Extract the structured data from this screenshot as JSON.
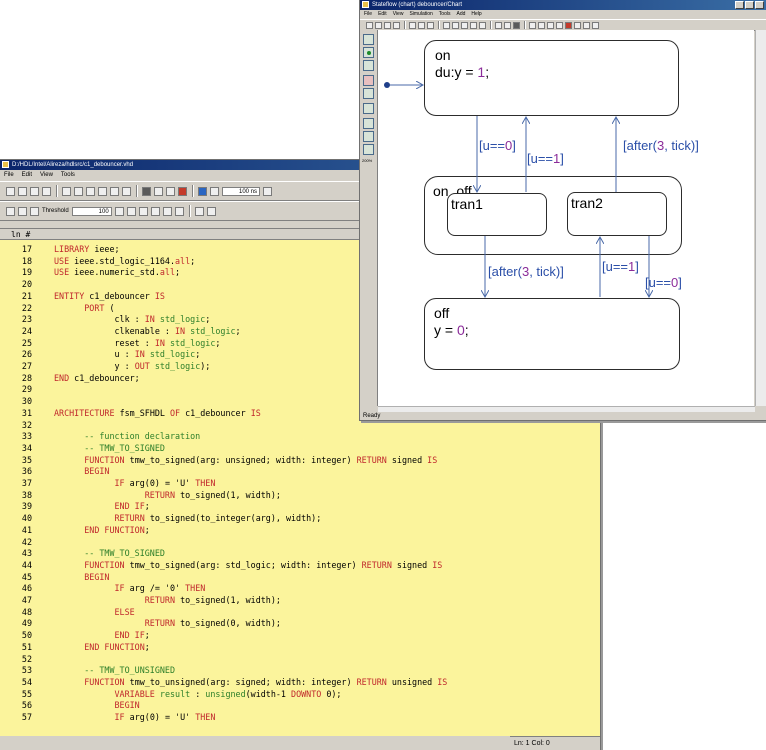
{
  "editor": {
    "title": "D:/HDL/Intel/Alireza/hdlsrc/c1_debouncer.vhd",
    "menu": [
      "File",
      "Edit",
      "View",
      "Tools"
    ],
    "threshold_label": "Threshold",
    "threshold_value": "100",
    "time_value": "100 ns",
    "line_header": "ln  #",
    "status_right": "Ln:  1 Col:  0",
    "lines": [
      {
        "n": "17",
        "t": [
          [
            "kw",
            "LIBRARY "
          ],
          [
            "id",
            "ieee;"
          ]
        ]
      },
      {
        "n": "18",
        "t": [
          [
            "kw",
            "USE "
          ],
          [
            "id",
            "ieee.std_logic_1164."
          ],
          [
            "kw",
            "all"
          ],
          [
            "id",
            ";"
          ]
        ]
      },
      {
        "n": "19",
        "t": [
          [
            "kw",
            "USE "
          ],
          [
            "id",
            "ieee.numeric_std."
          ],
          [
            "kw",
            "all"
          ],
          [
            "id",
            ";"
          ]
        ]
      },
      {
        "n": "20",
        "t": []
      },
      {
        "n": "21",
        "t": [
          [
            "kw",
            "ENTITY "
          ],
          [
            "id",
            "c1_debouncer "
          ],
          [
            "kw",
            "IS"
          ]
        ]
      },
      {
        "n": "22",
        "t": [
          [
            "id",
            "      "
          ],
          [
            "kw",
            "PORT "
          ],
          [
            "id",
            "("
          ]
        ]
      },
      {
        "n": "23",
        "t": [
          [
            "id",
            "            clk : "
          ],
          [
            "kw",
            "IN "
          ],
          [
            "ty",
            "std_logic"
          ],
          [
            "id",
            ";"
          ]
        ]
      },
      {
        "n": "24",
        "t": [
          [
            "id",
            "            clkenable : "
          ],
          [
            "kw",
            "IN "
          ],
          [
            "ty",
            "std_logic"
          ],
          [
            "id",
            ";"
          ]
        ]
      },
      {
        "n": "25",
        "t": [
          [
            "id",
            "            reset : "
          ],
          [
            "kw",
            "IN "
          ],
          [
            "ty",
            "std_logic"
          ],
          [
            "id",
            ";"
          ]
        ]
      },
      {
        "n": "26",
        "t": [
          [
            "id",
            "            u : "
          ],
          [
            "kw",
            "IN "
          ],
          [
            "ty",
            "std_logic"
          ],
          [
            "id",
            ";"
          ]
        ]
      },
      {
        "n": "27",
        "t": [
          [
            "id",
            "            y : "
          ],
          [
            "kw",
            "OUT "
          ],
          [
            "ty",
            "std_logic"
          ],
          [
            "id",
            ");"
          ]
        ]
      },
      {
        "n": "28",
        "t": [
          [
            "kw",
            "END "
          ],
          [
            "id",
            "c1_debouncer;"
          ]
        ]
      },
      {
        "n": "29",
        "t": []
      },
      {
        "n": "30",
        "t": []
      },
      {
        "n": "31",
        "t": [
          [
            "kw",
            "ARCHITECTURE "
          ],
          [
            "id",
            "fsm_SFHDL "
          ],
          [
            "kw",
            "OF "
          ],
          [
            "id",
            "c1_debouncer "
          ],
          [
            "kw",
            "IS"
          ]
        ]
      },
      {
        "n": "32",
        "t": []
      },
      {
        "n": "33",
        "t": [
          [
            "cm",
            "      -- function declaration"
          ]
        ]
      },
      {
        "n": "34",
        "t": [
          [
            "cm",
            "      -- TMW_TO_SIGNED"
          ]
        ]
      },
      {
        "n": "35",
        "t": [
          [
            "id",
            "      "
          ],
          [
            "kw",
            "FUNCTION "
          ],
          [
            "id",
            "tmw_to_signed(arg: unsigned; width: integer) "
          ],
          [
            "kw",
            "RETURN "
          ],
          [
            "id",
            "signed "
          ],
          [
            "kw",
            "IS"
          ]
        ]
      },
      {
        "n": "36",
        "t": [
          [
            "id",
            "      "
          ],
          [
            "kw",
            "BEGIN"
          ]
        ]
      },
      {
        "n": "37",
        "t": [
          [
            "id",
            "            "
          ],
          [
            "kw",
            "IF "
          ],
          [
            "id",
            "arg(0) = 'U' "
          ],
          [
            "kw",
            "THEN"
          ]
        ]
      },
      {
        "n": "38",
        "t": [
          [
            "id",
            "                  "
          ],
          [
            "kw",
            "RETURN "
          ],
          [
            "id",
            "to_signed(1, width);"
          ]
        ]
      },
      {
        "n": "39",
        "t": [
          [
            "id",
            "            "
          ],
          [
            "kw",
            "END IF"
          ],
          [
            "id",
            ";"
          ]
        ]
      },
      {
        "n": "40",
        "t": [
          [
            "id",
            "            "
          ],
          [
            "kw",
            "RETURN "
          ],
          [
            "id",
            "to_signed(to_integer(arg), width);"
          ]
        ]
      },
      {
        "n": "41",
        "t": [
          [
            "id",
            "      "
          ],
          [
            "kw",
            "END FUNCTION"
          ],
          [
            "id",
            ";"
          ]
        ]
      },
      {
        "n": "42",
        "t": []
      },
      {
        "n": "43",
        "t": [
          [
            "cm",
            "      -- TMW_TO_SIGNED"
          ]
        ]
      },
      {
        "n": "44",
        "t": [
          [
            "id",
            "      "
          ],
          [
            "kw",
            "FUNCTION "
          ],
          [
            "id",
            "tmw_to_signed(arg: std_logic; width: integer) "
          ],
          [
            "kw",
            "RETURN "
          ],
          [
            "id",
            "signed "
          ],
          [
            "kw",
            "IS"
          ]
        ]
      },
      {
        "n": "45",
        "t": [
          [
            "id",
            "      "
          ],
          [
            "kw",
            "BEGIN"
          ]
        ]
      },
      {
        "n": "46",
        "t": [
          [
            "id",
            "            "
          ],
          [
            "kw",
            "IF "
          ],
          [
            "id",
            "arg /= '0' "
          ],
          [
            "kw",
            "THEN"
          ]
        ]
      },
      {
        "n": "47",
        "t": [
          [
            "id",
            "                  "
          ],
          [
            "kw",
            "RETURN "
          ],
          [
            "id",
            "to_signed(1, width);"
          ]
        ]
      },
      {
        "n": "48",
        "t": [
          [
            "id",
            "            "
          ],
          [
            "kw",
            "ELSE"
          ]
        ]
      },
      {
        "n": "49",
        "t": [
          [
            "id",
            "                  "
          ],
          [
            "kw",
            "RETURN "
          ],
          [
            "id",
            "to_signed(0, width);"
          ]
        ]
      },
      {
        "n": "50",
        "t": [
          [
            "id",
            "            "
          ],
          [
            "kw",
            "END IF"
          ],
          [
            "id",
            ";"
          ]
        ]
      },
      {
        "n": "51",
        "t": [
          [
            "id",
            "      "
          ],
          [
            "kw",
            "END FUNCTION"
          ],
          [
            "id",
            ";"
          ]
        ]
      },
      {
        "n": "52",
        "t": []
      },
      {
        "n": "53",
        "t": [
          [
            "cm",
            "      -- TMW_TO_UNSIGNED"
          ]
        ]
      },
      {
        "n": "54",
        "t": [
          [
            "id",
            "      "
          ],
          [
            "kw",
            "FUNCTION "
          ],
          [
            "id",
            "tmw_to_unsigned(arg: signed; width: integer) "
          ],
          [
            "kw",
            "RETURN "
          ],
          [
            "id",
            "unsigned "
          ],
          [
            "kw",
            "IS"
          ]
        ]
      },
      {
        "n": "55",
        "t": [
          [
            "id",
            "            "
          ],
          [
            "kw",
            "VARIABLE "
          ],
          [
            "ty",
            "result "
          ],
          [
            "id",
            ": "
          ],
          [
            "ty",
            "unsigned"
          ],
          [
            "id",
            "(width-1 "
          ],
          [
            "kw",
            "DOWNTO "
          ],
          [
            "id",
            "0);"
          ]
        ]
      },
      {
        "n": "56",
        "t": [
          [
            "id",
            "            "
          ],
          [
            "kw",
            "BEGIN"
          ]
        ]
      },
      {
        "n": "57",
        "t": [
          [
            "id",
            "            "
          ],
          [
            "kw",
            "IF "
          ],
          [
            "id",
            "arg(0) = 'U' "
          ],
          [
            "kw",
            "THEN"
          ]
        ]
      }
    ]
  },
  "stateflow": {
    "title": "Stateflow (chart) debouncer/Chart",
    "menu": [
      "File",
      "Edit",
      "View",
      "Simulation",
      "Tools",
      "Add",
      "Help"
    ],
    "status": "Ready",
    "zoom_label": "200%",
    "states": {
      "on_name": "on",
      "on_action_prefix": "du:y = ",
      "on_action_value": "1",
      "on_action_suffix": ";",
      "on_off_name": "on_off",
      "tran1_name": "tran1",
      "tran2_name": "tran2",
      "off_name": "off",
      "off_action_prefix": "y = ",
      "off_action_value": "0",
      "off_action_suffix": ";"
    },
    "transitions": {
      "t1": {
        "open": "[u==",
        "value": "0",
        "close": "]"
      },
      "t2": {
        "open": "[u==",
        "value": "1",
        "close": "]"
      },
      "t3": {
        "open": "[after(",
        "value": "3",
        "close": ", tick)]"
      },
      "t4": {
        "open": "[after(",
        "value": "3",
        "close": ", tick)]"
      },
      "t5": {
        "open": "[u==",
        "value": "1",
        "close": "]"
      },
      "t6": {
        "open": "[u==",
        "value": "0",
        "close": "]"
      }
    }
  }
}
